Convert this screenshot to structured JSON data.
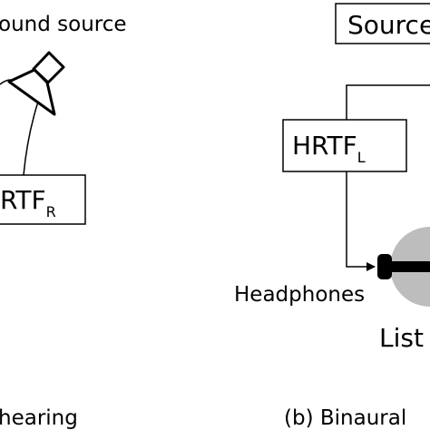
{
  "left_panel": {
    "sound_source_label": "ound source",
    "hrtf_main": "RTF",
    "hrtf_sub": "R",
    "caption": "hearing"
  },
  "right_panel": {
    "source_box_label": "Source",
    "hrtf_main": "HRTF",
    "hrtf_sub": "L",
    "headphones_label": "Headphones",
    "listener_label": "List",
    "caption": "(b) Binaural"
  },
  "colors": {
    "ink": "#000000",
    "listener_fill": "#bdbdbd",
    "background": "#ffffff"
  },
  "icons": [
    "loudspeaker-icon",
    "headphone-icon",
    "listener-head-icon",
    "arrow-icon"
  ]
}
